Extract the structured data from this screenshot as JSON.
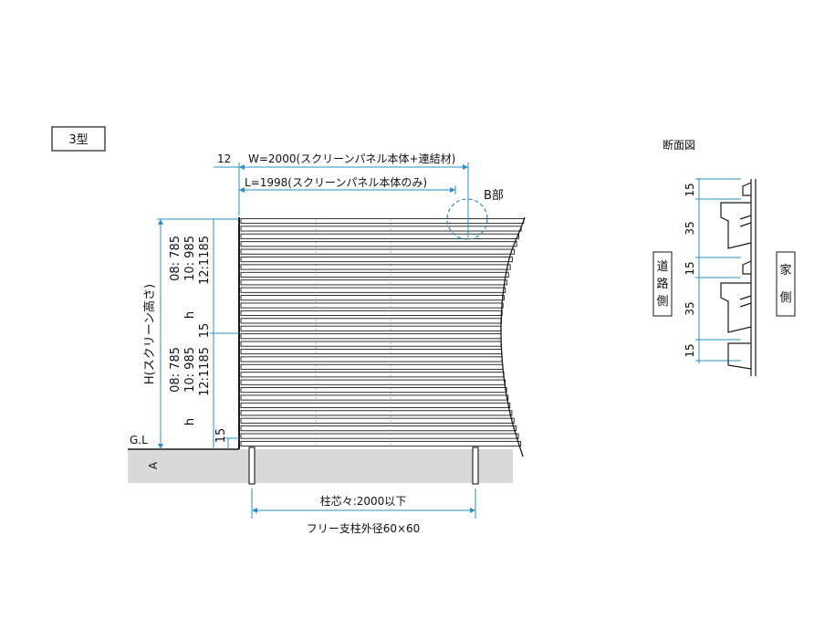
{
  "model_label": "3型",
  "dimensions": {
    "side_offset": "12",
    "width": "W=2000(スクリーンパネル本体+連結材)",
    "length": "L=1998(スクリーンパネル本体のみ)",
    "detail_b": "B部",
    "height_axis": "H(スクリーン高さ)",
    "height_options_1": [
      "08:  785",
      "10:  985",
      "12:1185"
    ],
    "height_options_2": [
      "08:  785",
      "10:  985",
      "12:1185"
    ],
    "h_label_1": "h",
    "h_label_2": "h",
    "mid_gap": "15",
    "bottom_gap": "15",
    "ground_line": "G.L",
    "ground_depth": "A",
    "post_spacing": "柱芯々:2000以下",
    "post_size": "フリー支柱外径60×60"
  },
  "section": {
    "title": "断面図",
    "road_side": "道路側",
    "house_side": "家側",
    "dims": [
      "15",
      "35",
      "15",
      "35",
      "15"
    ]
  },
  "colors": {
    "line": "#1a1a1a",
    "dimension": "#2a8fc6",
    "ground": "#d9d9d9"
  }
}
